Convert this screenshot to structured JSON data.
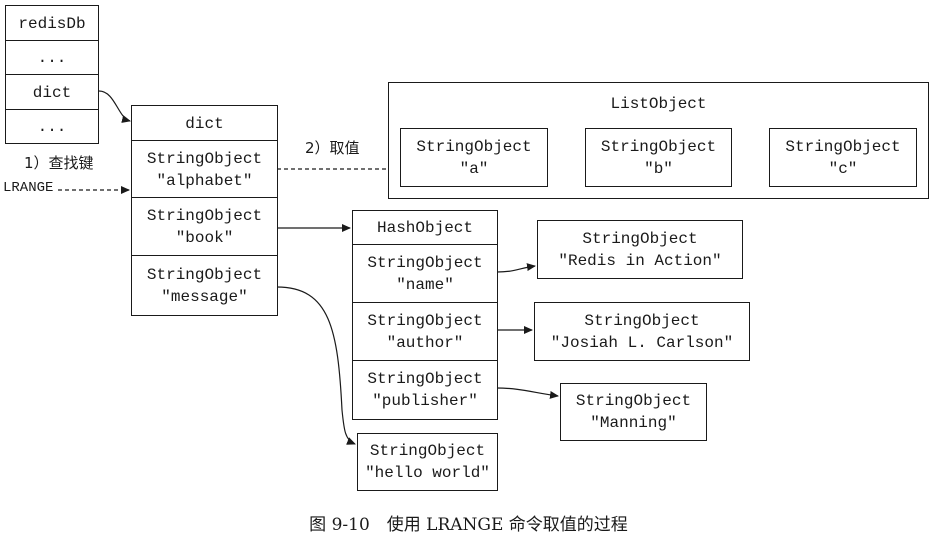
{
  "redisdb": {
    "title": "redisDb",
    "row1": "...",
    "row2": "dict",
    "row3": "..."
  },
  "dict": {
    "header": "dict",
    "entries": [
      {
        "type": "StringObject",
        "value": "\"alphabet\""
      },
      {
        "type": "StringObject",
        "value": "\"book\""
      },
      {
        "type": "StringObject",
        "value": "\"message\""
      }
    ]
  },
  "list": {
    "title": "ListObject",
    "items": [
      {
        "type": "StringObject",
        "value": "\"a\""
      },
      {
        "type": "StringObject",
        "value": "\"b\""
      },
      {
        "type": "StringObject",
        "value": "\"c\""
      }
    ]
  },
  "hash": {
    "header": "HashObject",
    "fields": [
      {
        "type": "StringObject",
        "value": "\"name\""
      },
      {
        "type": "StringObject",
        "value": "\"author\""
      },
      {
        "type": "StringObject",
        "value": "\"publisher\""
      }
    ],
    "values": [
      {
        "type": "StringObject",
        "value": "\"Redis in Action\""
      },
      {
        "type": "StringObject",
        "value": "\"Josiah L. Carlson\""
      },
      {
        "type": "StringObject",
        "value": "\"Manning\""
      }
    ]
  },
  "message_value": {
    "type": "StringObject",
    "value": "\"hello world\""
  },
  "labels": {
    "step1": "1）查找键",
    "step2": "2）取值",
    "command": "LRANGE"
  },
  "caption": "图 9-10　使用 LRANGE 命令取值的过程"
}
